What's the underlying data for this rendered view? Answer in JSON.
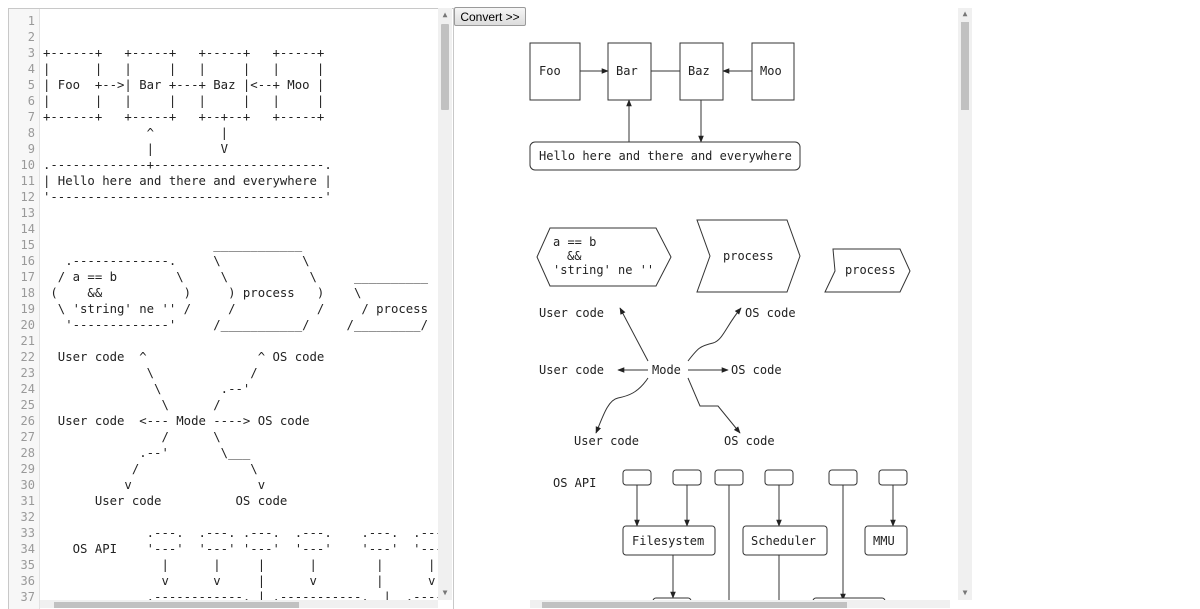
{
  "toolbar": {
    "convert_label": "Convert >>"
  },
  "editor": {
    "line_numbers": [
      "1",
      "2",
      "3",
      "4",
      "5",
      "6",
      "7",
      "8",
      "9",
      "10",
      "11",
      "12",
      "13",
      "14",
      "15",
      "16",
      "17",
      "18",
      "19",
      "20",
      "21",
      "22",
      "23",
      "24",
      "25",
      "26",
      "27",
      "28",
      "29",
      "30",
      "31",
      "32",
      "33",
      "34",
      "35",
      "36",
      "37"
    ],
    "lines": [
      "",
      "",
      "+------+   +-----+   +-----+   +-----+",
      "|      |   |     |   |     |   |     |",
      "| Foo  +-->| Bar +---+ Baz |<--+ Moo |",
      "|      |   |     |   |     |   |     |",
      "+------+   +-----+   +--+--+   +-----+",
      "              ^         |",
      "              |         V",
      ".-------------+-----------------------.",
      "| Hello here and there and everywhere |",
      "'-------------------------------------'",
      "",
      "",
      "                       ____________",
      "   .-------------.     \\           \\",
      "  / a == b        \\     \\           \\     __________",
      " (    &&           )     ) process   )    \\",
      "  \\ 'string' ne '' /     /           /     / process",
      "   '-------------'     /___________/     /_________/",
      "",
      "  User code  ^               ^ OS code",
      "              \\             /",
      "               \\        .--'",
      "                \\      /",
      "  User code  <--- Mode ----> OS code",
      "                /      \\",
      "             .--'       \\___",
      "            /               \\",
      "           v                 v",
      "       User code          OS code",
      "",
      "              .---.  .---. .---.  .---.    .---.  .---.",
      "    OS API    '---'  '---' '---'  '---'    '---'  '---'",
      "                |      |     |      |        |      |",
      "                v      v     |      v        |      v",
      "              .------------. | .-----------.  |  .-----."
    ]
  },
  "diagram": {
    "boxes": {
      "foo": "Foo",
      "bar": "Bar",
      "baz": "Baz",
      "moo": "Moo",
      "hello": "Hello here and there and everywhere"
    },
    "decision": [
      "a == b",
      "&&",
      "'string' ne ''"
    ],
    "process_big": "process",
    "process_small": "process",
    "mode": {
      "center": "Mode",
      "user_code_top": "User code",
      "user_code_mid": "User code",
      "user_code_bottom": "User code",
      "os_code_top": "OS code",
      "os_code_mid": "OS code",
      "os_code_bottom": "OS code"
    },
    "os_api": {
      "label": "OS API",
      "filesystem": "Filesystem",
      "scheduler": "Scheduler",
      "mmu": "MMU"
    }
  }
}
